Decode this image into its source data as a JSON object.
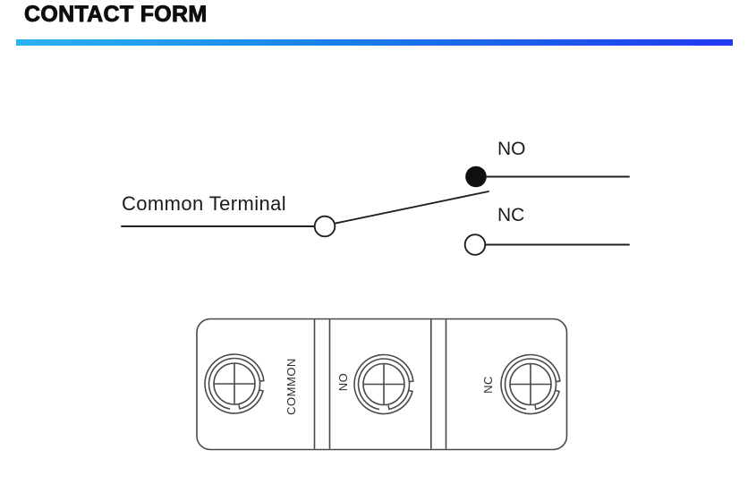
{
  "header": {
    "title": "CONTACT FORM",
    "accent_bar": {
      "gradient_start": "#29b2f2",
      "gradient_end": "#2238ef",
      "css_background": "background:linear-gradient(90deg,#29b2f2 0%,#187fe8 45%,#2238ef 100%)"
    }
  },
  "schematic": {
    "common_terminal_label": "Common Terminal",
    "no_label": "NO",
    "nc_label": "NC",
    "line_color": "#1f1f1f"
  },
  "terminal_block": {
    "outline_color": "#4a4a4a",
    "terminals": [
      {
        "label": "COMMON"
      },
      {
        "label": "NO"
      },
      {
        "label": "NC"
      }
    ]
  }
}
